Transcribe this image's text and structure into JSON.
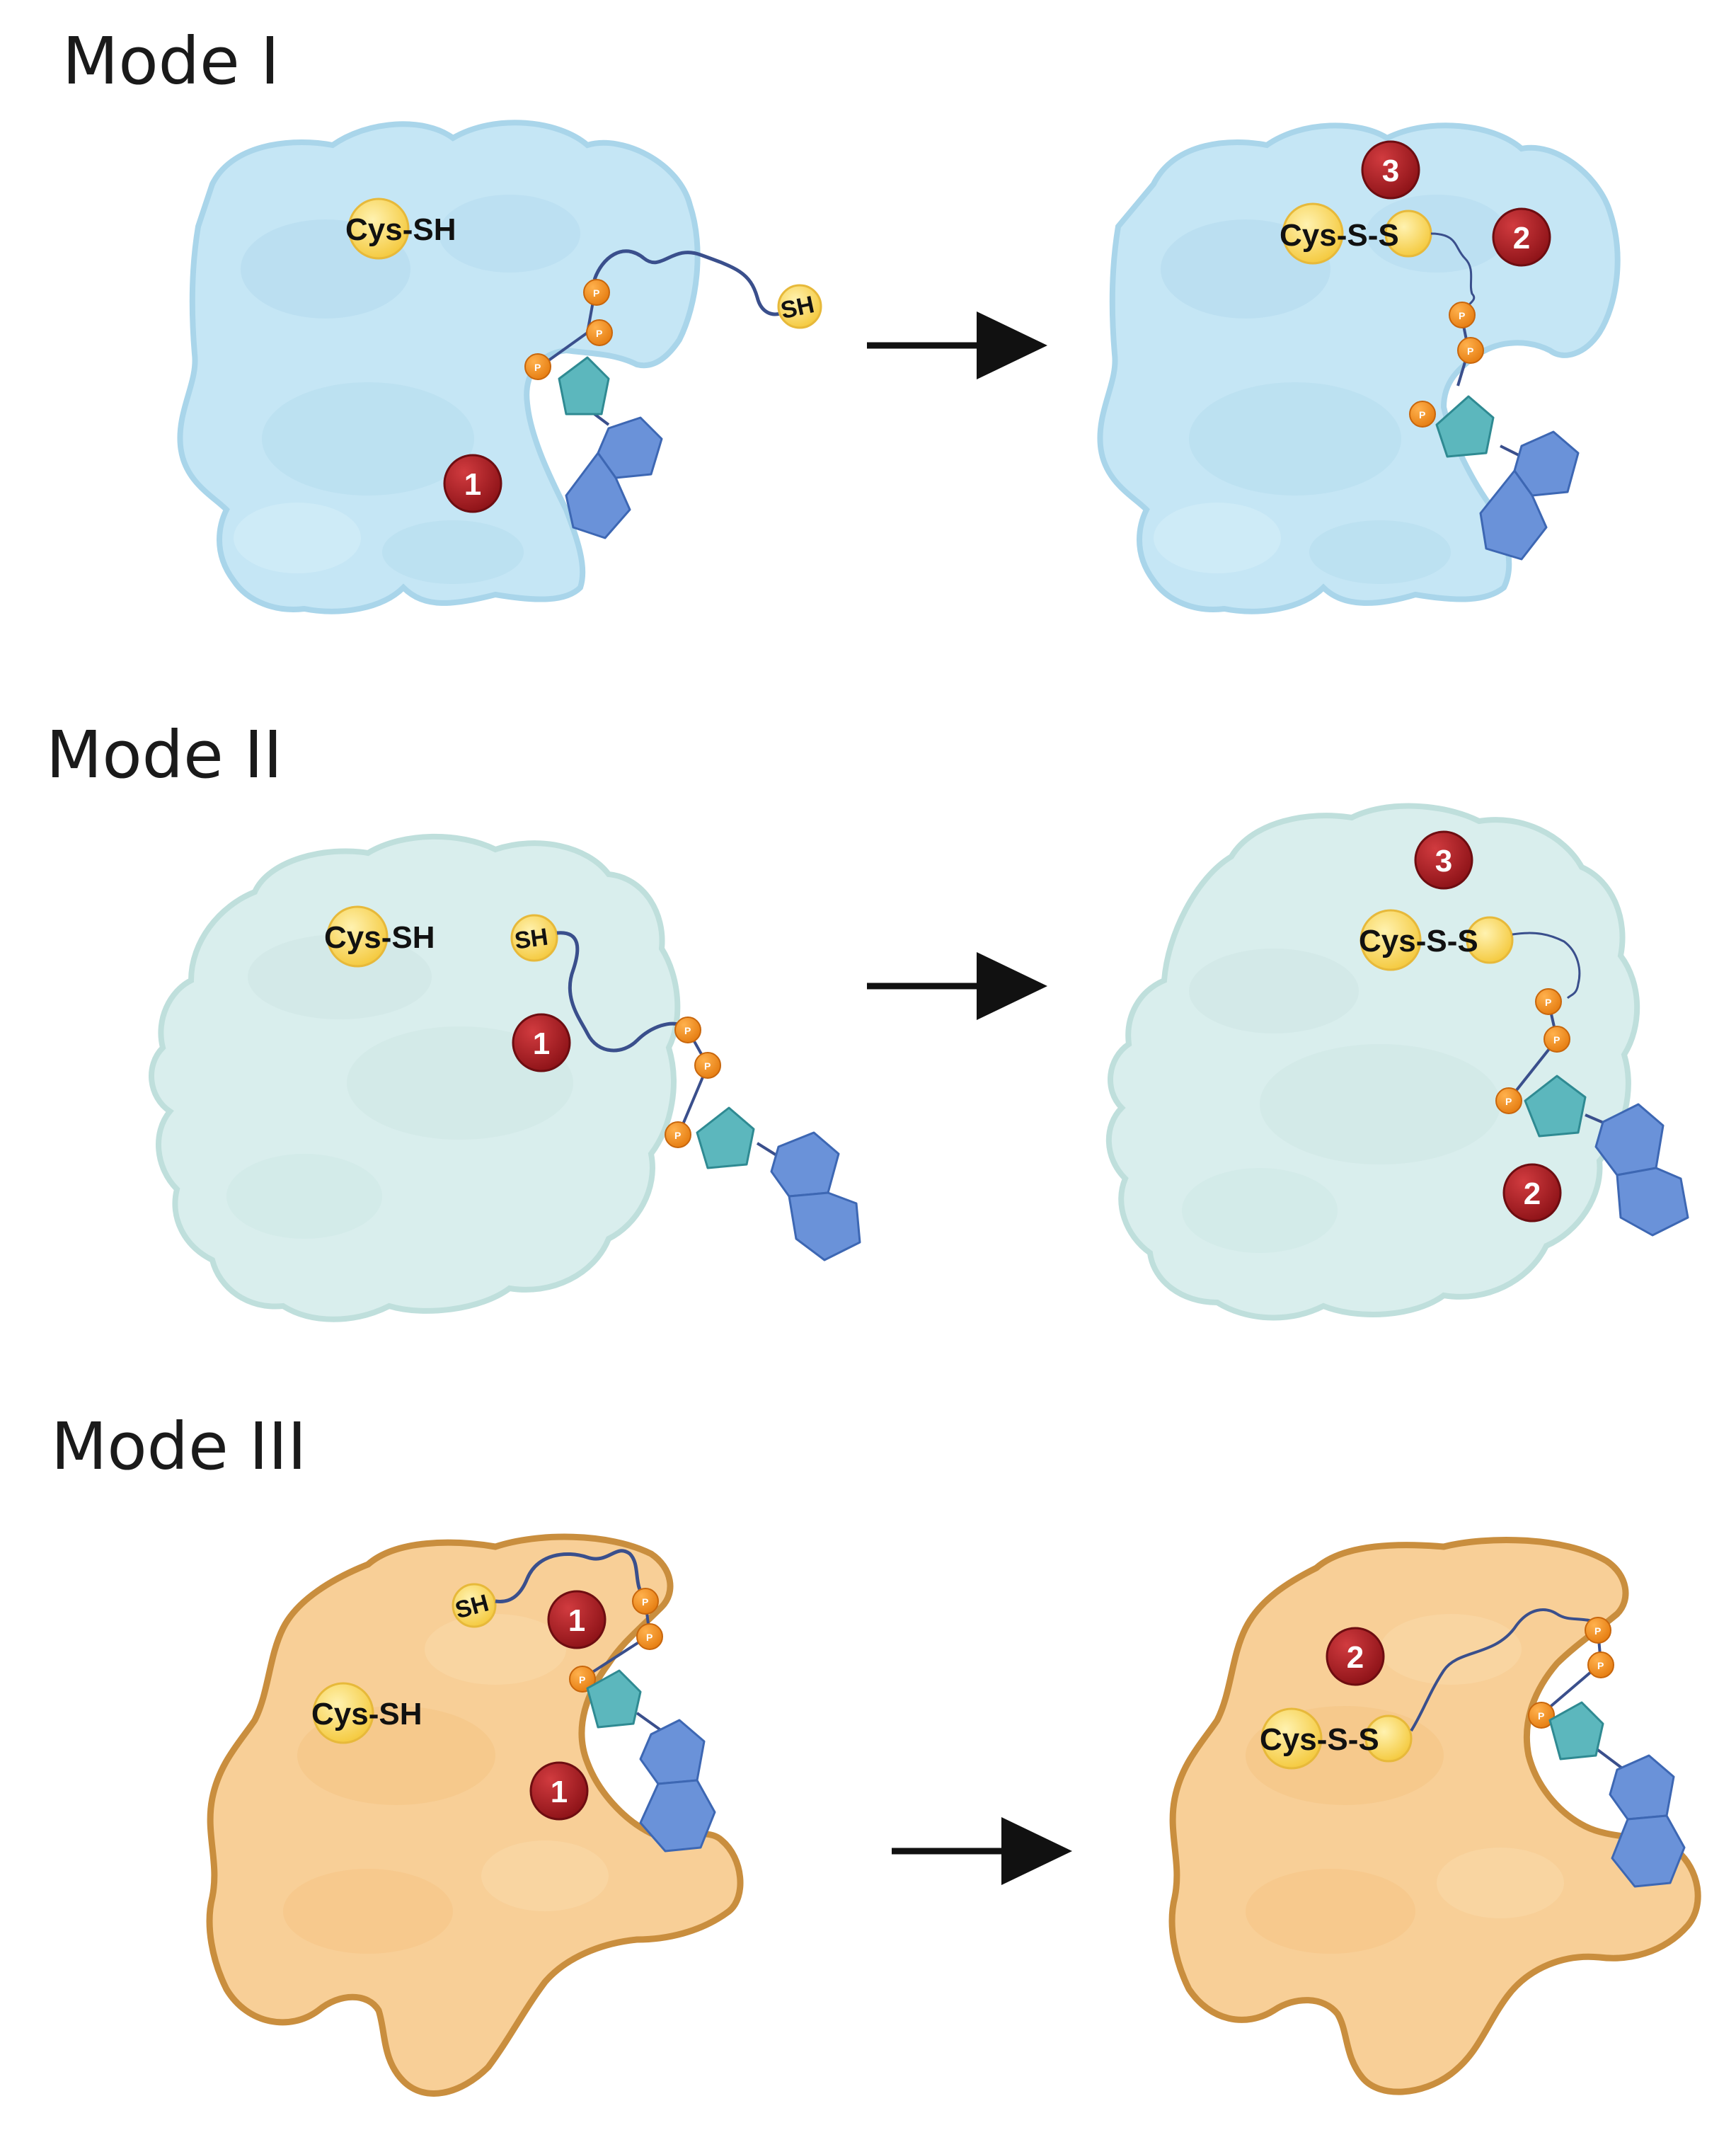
{
  "colors": {
    "mode1_fill": "#c5e6f5",
    "mode1_stroke": "#a9d5ea",
    "mode2_fill": "#d9eeed",
    "mode2_stroke": "#bfdfdc",
    "mode3_fill": "#f8cf97",
    "mode3_stroke": "#c98e3e",
    "thiol_yellow": "#f9d55b",
    "phosphate_orange": "#f08a1e",
    "ribose_teal": "#5cb7bd",
    "base_blue": "#6a92d9",
    "step_marker_red": "#a3191f",
    "linker_navy": "#3a4f8c",
    "arrow": "#111111"
  },
  "panels": [
    {
      "title": "Mode I",
      "before": {
        "cys_label": "Cys-SH",
        "thiol_label": "SH",
        "steps": [
          "1"
        ]
      },
      "after": {
        "cys_label": "Cys-S-S",
        "steps": [
          "3",
          "2"
        ]
      }
    },
    {
      "title": "Mode II",
      "before": {
        "cys_label": "Cys-SH",
        "thiol_label": "SH",
        "steps": [
          "1"
        ]
      },
      "after": {
        "cys_label": "Cys-S-S",
        "steps": [
          "3",
          "2"
        ]
      }
    },
    {
      "title": "Mode III",
      "before": {
        "cys_label": "Cys-SH",
        "thiol_label": "SH",
        "steps": [
          "1",
          "1"
        ]
      },
      "after": {
        "cys_label": "Cys-S-S",
        "steps": [
          "2"
        ]
      }
    }
  ],
  "phosphate_label": "P",
  "icons": [
    "right-arrow-icon",
    "nucleotide-icon",
    "step-marker-icon"
  ]
}
